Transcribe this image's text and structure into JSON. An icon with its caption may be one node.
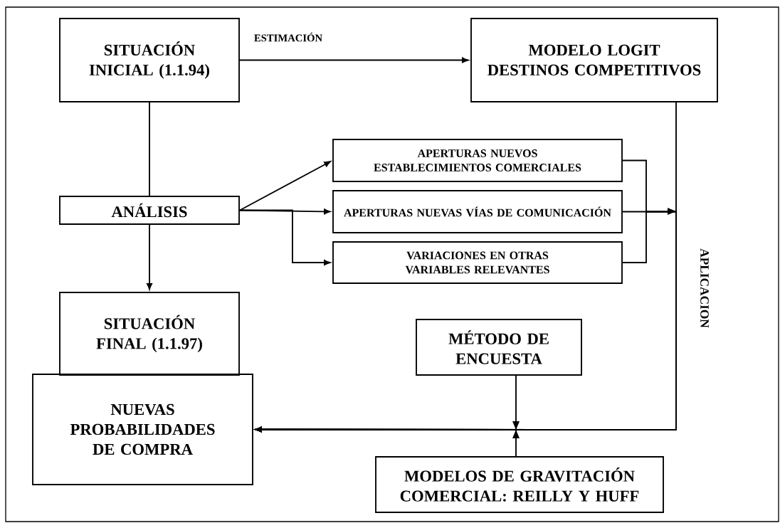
{
  "diagram": {
    "nodes": [
      {
        "text": [
          "SITUACIÓN INICIAL (1.1.94)"
        ]
      },
      {
        "text": [
          "MODELO LOGIT DESTINOS COMPETITIVOS"
        ]
      },
      {
        "text": [
          "ANÁLISIS"
        ]
      },
      {
        "text": [
          "APERTURAS NUEVOS ESTABLECIMIENTOS COMERCIALES"
        ]
      },
      {
        "text": [
          "APERTURAS NUEVAS VÍAS DE COMUNICACIÓN"
        ]
      },
      {
        "text": [
          "VARIACIONES EN OTRAS VARIABLES RELEVANTES"
        ]
      },
      {
        "text": [
          "SITUACIÓN FINAL (1.1.97)"
        ]
      },
      {
        "text": [
          "NUEVAS PROBABILIDADES DE COMPRA"
        ]
      },
      {
        "text": [
          "MÉTODO DE ENCUESTA"
        ]
      },
      {
        "text": [
          "MODELOS DE GRAVITACIÓN COMERCIAL: REILLY Y HUFF"
        ]
      }
    ],
    "edges": [
      {
        "from": 0,
        "to": 1,
        "arrow": "to",
        "label": "ESTIMACIÓN"
      },
      {
        "from": 0,
        "to": 2,
        "arrow": "none"
      },
      {
        "from": 2,
        "to": 6,
        "arrow": "to"
      },
      {
        "from": 2,
        "to": 3,
        "arrow": "to"
      },
      {
        "from": 2,
        "to": 4,
        "arrow": "to"
      },
      {
        "from": 2,
        "to": 5,
        "arrow": "to"
      },
      {
        "from": 1,
        "to": 7,
        "arrow": "to",
        "label": "APLICACION"
      },
      {
        "from": 3,
        "to": 7,
        "arrow": "to"
      },
      {
        "from": 4,
        "to": 7,
        "arrow": "to"
      },
      {
        "from": 5,
        "to": 7,
        "arrow": "to"
      },
      {
        "from": 8,
        "to": 7,
        "arrow": "to"
      },
      {
        "from": 9,
        "to": 7,
        "arrow": "to"
      }
    ]
  }
}
